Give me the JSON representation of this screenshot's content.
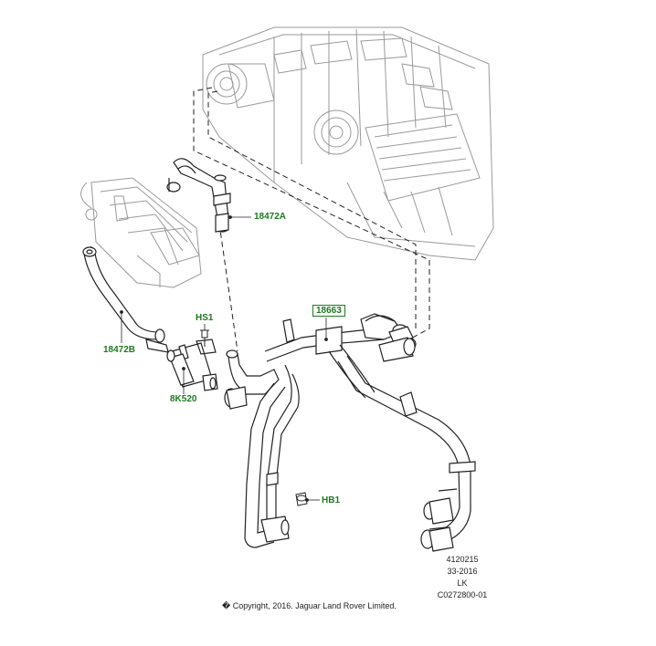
{
  "callouts": {
    "c_18472a": "18472A",
    "c_18663": "18663",
    "c_hs1": "HS1",
    "c_18472b": "18472B",
    "c_8k520": "8K520",
    "c_hb1": "HB1"
  },
  "reference": {
    "line1": "4120215",
    "line2": "33-2016",
    "line3": "LK",
    "line4": "C0272800-01"
  },
  "copyright": "� Copyright, 2016. Jaguar Land Rover Limited.",
  "colors": {
    "callout_green": "#1f7a1f",
    "line_art": "#222222",
    "ghost_art": "#9a9a9a"
  }
}
